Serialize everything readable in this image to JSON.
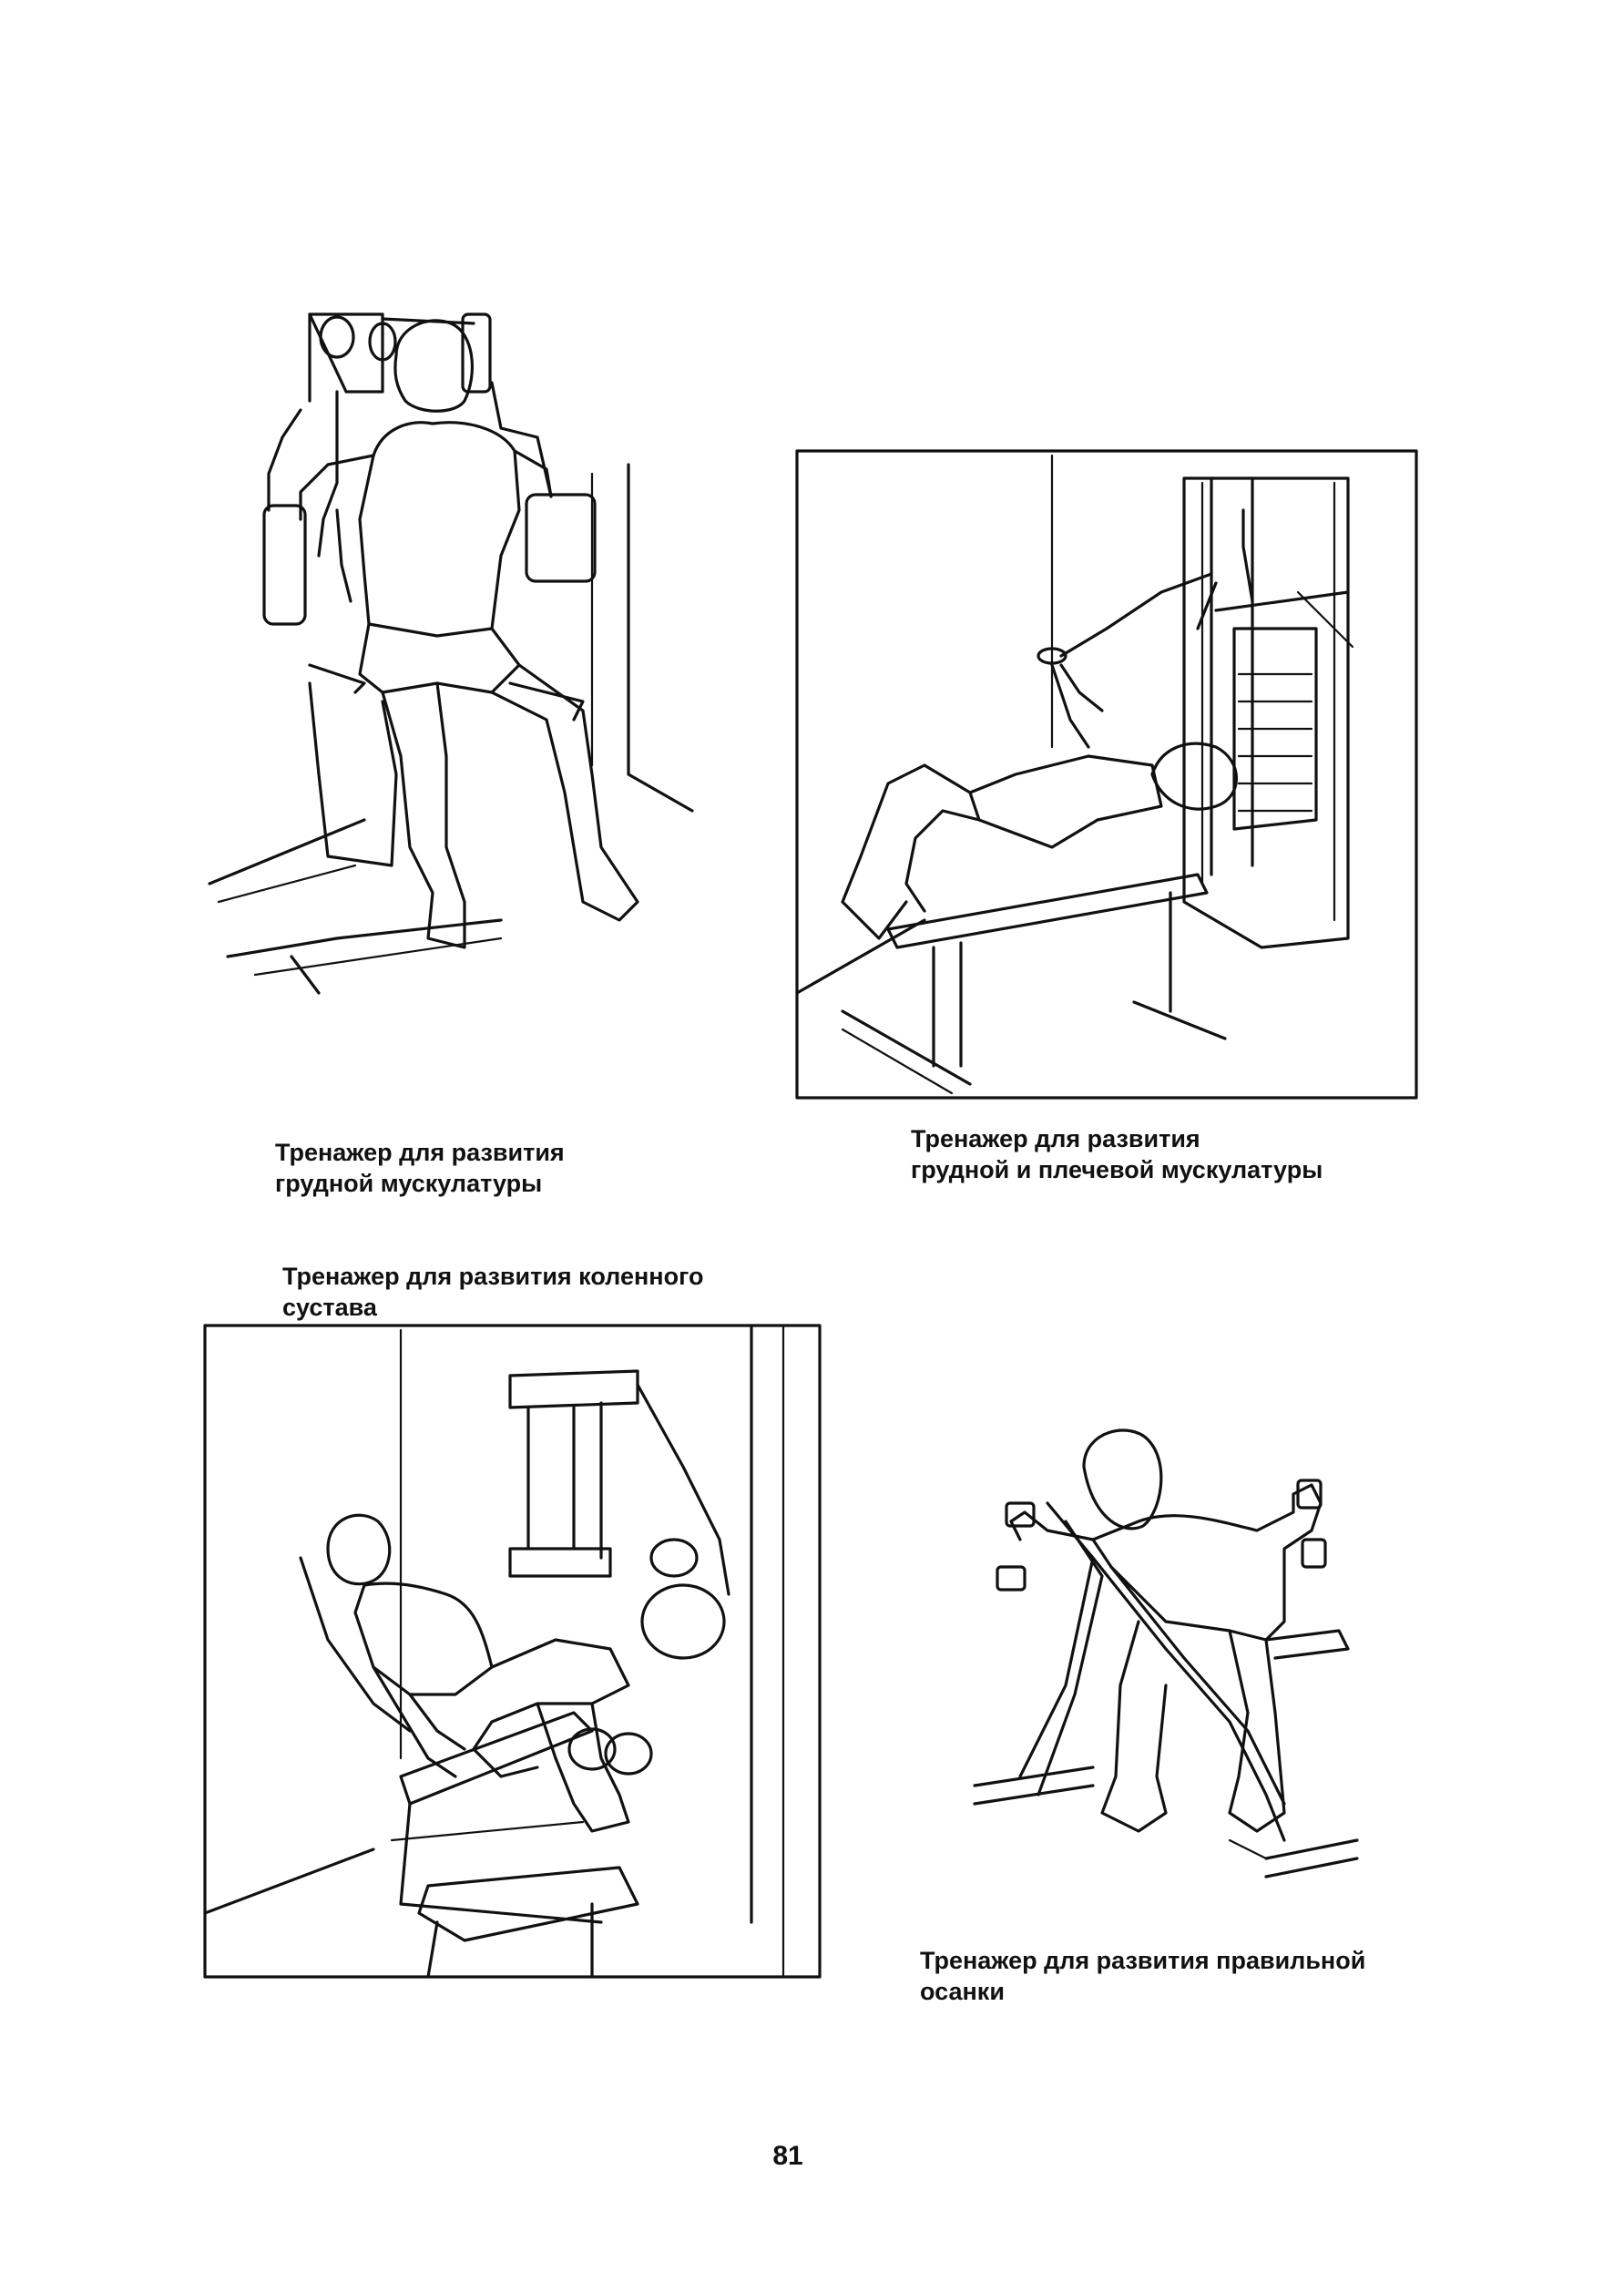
{
  "figures": [
    {
      "caption_line1": "Тренажер для развития",
      "caption_line2": "грудной мускулатуры",
      "illustration": "chest-machine-illustration"
    },
    {
      "caption_line1": "Тренажер для развития",
      "caption_line2": "грудной и плечевой мускулатуры",
      "illustration": "bench-cable-machine-illustration"
    },
    {
      "caption_line1": "Тренажер для развития коленного",
      "caption_line2": "сустава",
      "illustration": "knee-joint-machine-illustration"
    },
    {
      "caption_line1": "Тренажер для развития правильной",
      "caption_line2": "осанки",
      "illustration": "posture-machine-illustration"
    }
  ],
  "page_number": "81"
}
